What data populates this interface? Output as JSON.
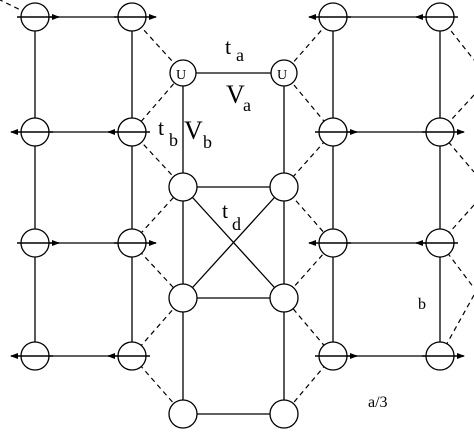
{
  "labels": {
    "ta": "t",
    "ta_sub": "a",
    "va": "V",
    "va_sub": "a",
    "tb": "t",
    "tb_sub": "b",
    "vb": "V",
    "vb_sub": "b",
    "td": "t",
    "td_sub": "d",
    "u_left": "U",
    "u_right": "U",
    "b": "b",
    "a3": "a/3"
  },
  "arrows": {
    "left_col_A": [
      "right",
      "left",
      "right",
      "left"
    ],
    "left_col_B": [
      "right",
      "left",
      "right",
      "left"
    ],
    "right_col_A": [
      "left",
      "right",
      "left",
      "right"
    ],
    "right_col_B": [
      "left",
      "right",
      "left",
      "right"
    ]
  }
}
